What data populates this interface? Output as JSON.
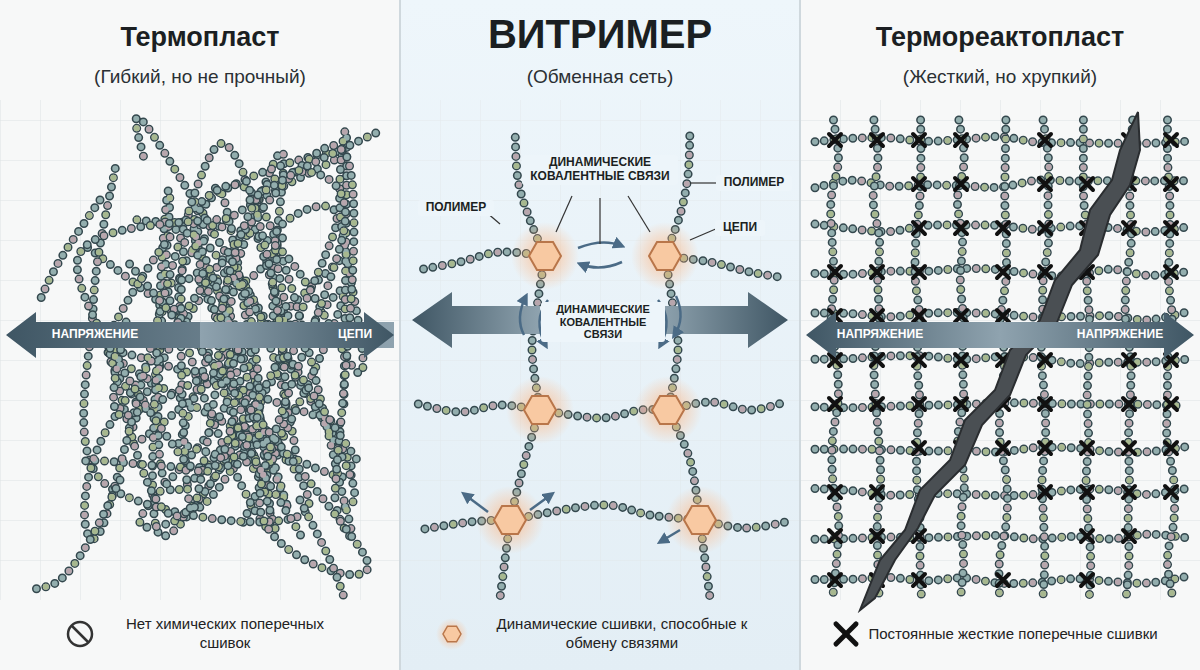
{
  "diagram": {
    "nodes": [
      {
        "text": [
          "Термопласт",
          "(Гибкий, но не прочный)"
        ]
      },
      {
        "text": [
          "ВИТРИМЕР",
          "(Обменная сеть)"
        ]
      },
      {
        "text": [
          "Термореактопласт",
          "(Жесткий, но хрупкий)"
        ]
      }
    ],
    "labels": [
      "НАПРЯЖЕНИЕ",
      "ЦЕПИ",
      "ДИНАМИЧЕСКИЕ КОВАЛЕНТНЫЕ СВЯЗИ",
      "ПОЛИМЕР",
      "ПОЛИМЕР",
      "ЦЕПИ",
      "ДИНАМИЧЕСКИЕ КОВАЛЕНТНЫЕ СВЯЗИ",
      "НАПРЯЖЕНИЕ",
      "НАПРЯЖЕНИЕ"
    ],
    "legend": [
      {
        "text": "Нет химических поперечных сшивок"
      },
      {
        "text": "Динамические сшивки, способные к обмену связями"
      },
      {
        "text": "Постоянные жесткие поперечные сшивки"
      }
    ]
  }
}
